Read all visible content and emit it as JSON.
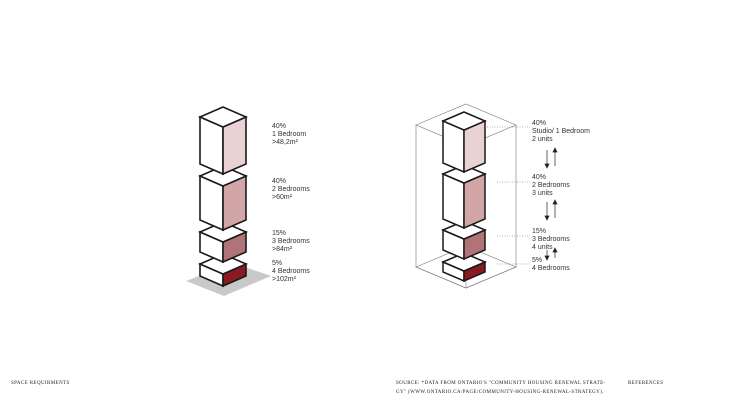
{
  "left_stack": {
    "labels": [
      {
        "pct": "40%",
        "name": "1  Bedroom",
        "area": ">48,2m²"
      },
      {
        "pct": "40%",
        "name": "2  Bedrooms",
        "area": ">60m²"
      },
      {
        "pct": "15%",
        "name": "3  Bedrooms",
        "area": ">84m²"
      },
      {
        "pct": "5%",
        "name": "4  Bedrooms",
        "area": ">102m²"
      }
    ]
  },
  "right_stack": {
    "labels": [
      {
        "pct": "40%",
        "name": "Studio/ 1  Bedroom",
        "units": "2 units"
      },
      {
        "pct": "40%",
        "name": "2  Bedrooms",
        "units": "3 units"
      },
      {
        "pct": "15%",
        "name": "3  Bedrooms",
        "units": "4 units"
      },
      {
        "pct": "5%",
        "name": "4  Bedrooms",
        "units": ""
      }
    ]
  },
  "colors": {
    "block_1": "#e8d2d3",
    "block_2": "#d2a5a7",
    "block_3": "#b07378",
    "block_4": "#8a1a1f",
    "shadow": "#c9c9c9",
    "outline": "#1a1a1a"
  },
  "footer": {
    "left": "SPACE REQUIRMENTS",
    "source_line1": "SOURCE: *DATA FROM ONTARIO'S \"COMMUNITY HOUSING RENEWAL STRATE-",
    "source_line2": "GY\" (WWW.ONTARIO.CA/PAGE/COMMUNITY-HOUSING-RENEWAL-STRATEGY).",
    "right": "REFERENCES"
  }
}
